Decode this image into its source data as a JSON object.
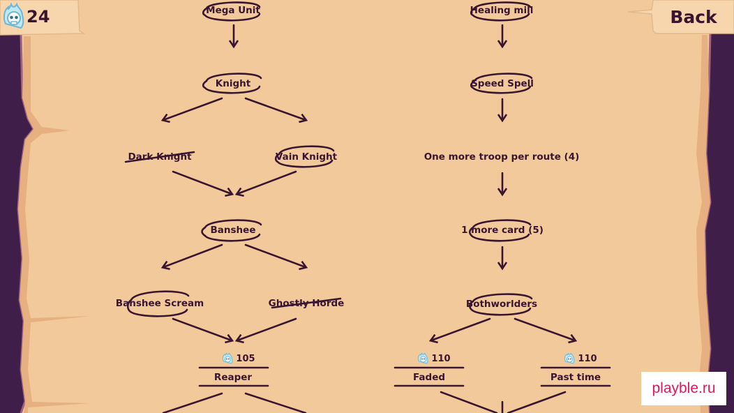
{
  "currency": {
    "icon": "ghost-skull-icon",
    "value": "24"
  },
  "back_button": {
    "label": "Back"
  },
  "watermark": "playble.ru",
  "colors": {
    "parchment": "#f2c99a",
    "ink": "#3a1530",
    "frame_dark": "#3f1f4a",
    "accent_blue": "#7fc8e8"
  },
  "tree_left": {
    "mega_unit": "Mega Unit",
    "knight": "Knight",
    "dark_knight": "Dark Knight",
    "vain_knight": "Vain Knight",
    "banshee": "Banshee",
    "banshee_scream": "Banshee Scream",
    "ghostly_horde": "Ghostly Horde",
    "reaper": {
      "label": "Reaper",
      "cost": "105"
    }
  },
  "tree_right": {
    "healing_mill": "Healing mill",
    "speed_spell": "Speed Spell",
    "one_more_troop": "One more troop per route (4)",
    "one_more_card": "1 more card (5)",
    "bothworlders": "Bothworlders",
    "faded": {
      "label": "Faded",
      "cost": "110"
    },
    "past_time": {
      "label": "Past time",
      "cost": "110"
    }
  }
}
